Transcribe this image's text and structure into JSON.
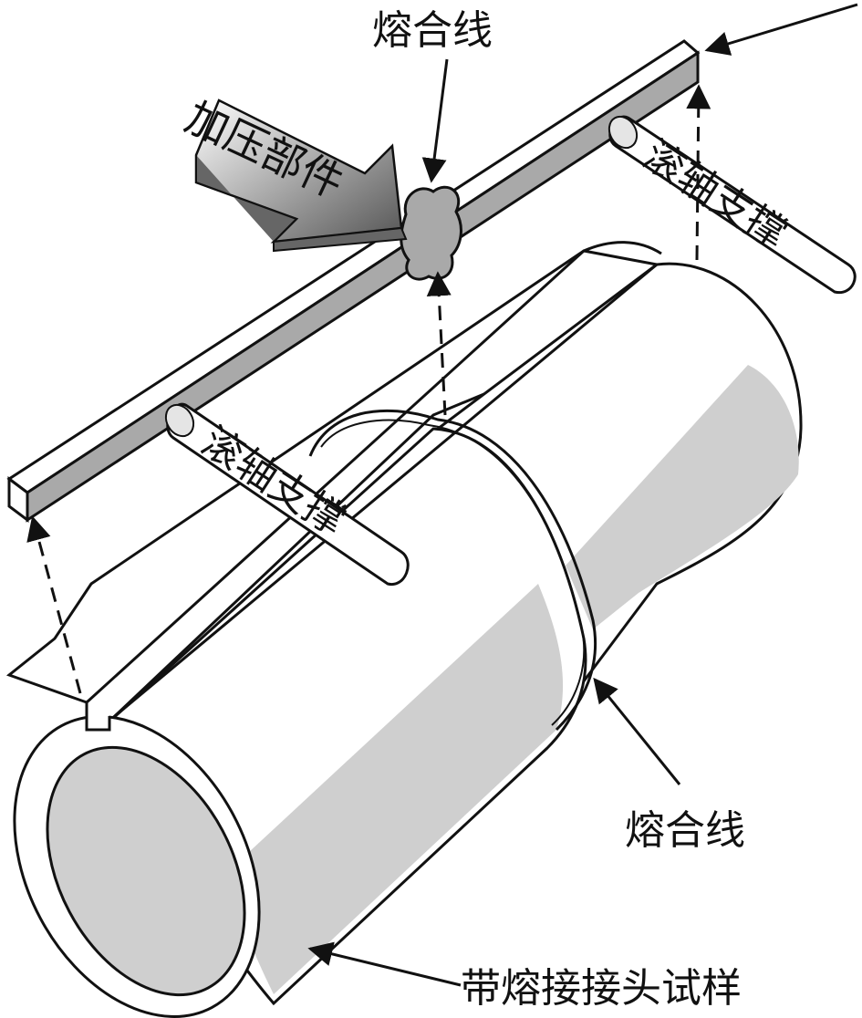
{
  "labels": {
    "fusion_line_top": "熔合线",
    "pressing_part": "加压部件",
    "roller_support_right": "滚轴支撑",
    "roller_support_left": "滚轴支撑",
    "fusion_line_bottom": "熔合线",
    "specimen": "带熔接接头试样"
  },
  "colors": {
    "stroke": "#111111",
    "shade": "#cfcfcf",
    "strip_face": "#a9a9a9",
    "fill": "#ffffff"
  }
}
